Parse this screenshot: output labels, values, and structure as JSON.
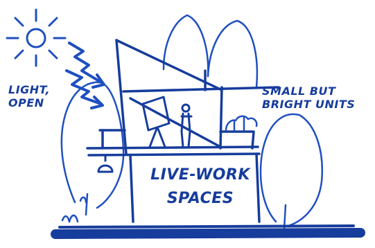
{
  "annotations": {
    "light_open": [
      "LIGHT,",
      "OPEN"
    ],
    "small_bright_units": [
      "SMALL BUT",
      "BRIGHT UNITS"
    ],
    "live_work_spaces": [
      "LIVE-WORK",
      "SPACES"
    ]
  },
  "colors": {
    "ink": "#1f4fc0",
    "ink_dark": "#163c9c",
    "background": "#ffffff"
  },
  "icons": [
    "sun-icon",
    "light-arrow-icon",
    "tree-icon",
    "person-icon",
    "easel-icon",
    "pendant-lamp-icon",
    "plant-pot-icon"
  ]
}
